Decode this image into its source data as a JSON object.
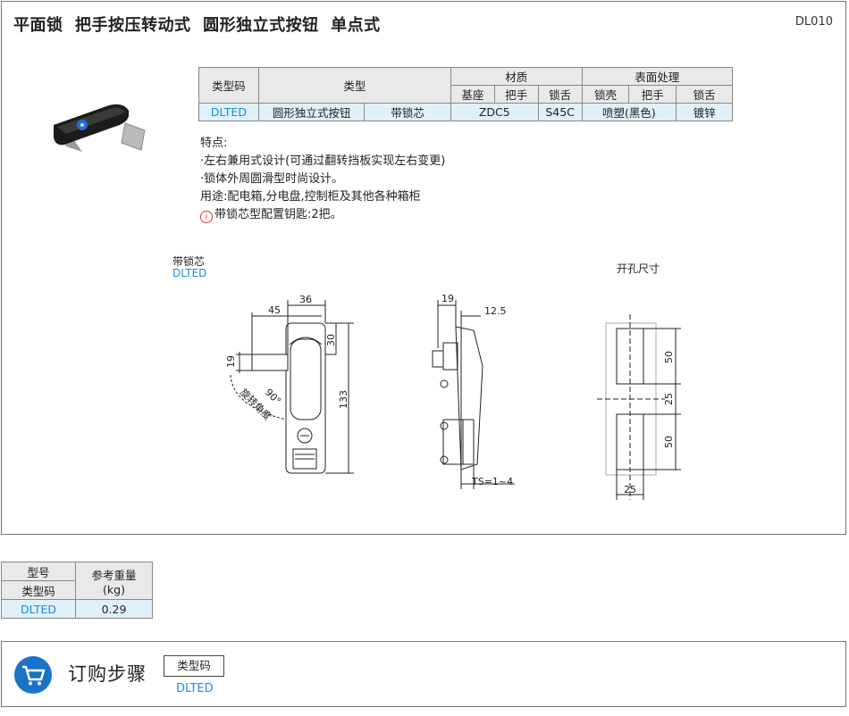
{
  "header": {
    "title": "平面锁  把手按压转动式  圆形独立式按钮  单点式",
    "code": "DL010"
  },
  "spec_table": {
    "h_type_code": "类型码",
    "h_type": "类型",
    "h_material": "材质",
    "h_surface": "表面处理",
    "h_base": "基座",
    "h_handle": "把手",
    "h_tongue": "锁舌",
    "h_shell": "锁壳",
    "h_handle2": "把手",
    "h_tongue2": "锁舌",
    "row": {
      "code": "DLTED",
      "type1": "圆形独立式按钮",
      "type2": "带锁芯",
      "material": "ZDC5",
      "tongue_material": "S45C",
      "surface": "喷塑(黑色)",
      "tongue_surface": "镀锌"
    }
  },
  "features": {
    "heading": "特点:",
    "line1": "·左右兼用式设计(可通过翻转挡板实现左右变更)",
    "line2": "·锁体外周圆滑型时尚设计。",
    "line3": "用途:配电箱,分电盘,控制柜及其他各种箱柜",
    "warn_icon": "i",
    "line4": "带锁芯型配置钥匙:2把。"
  },
  "drawing": {
    "label_type": "带锁芯",
    "label_code": "DLTED",
    "label_cutout": "开孔尺寸",
    "dim_45": "45",
    "dim_36": "36",
    "dim_30": "30",
    "dim_19": "19",
    "dim_133": "133",
    "dim_90": "90°",
    "rotation_label": "旋转角度",
    "dim_19b": "19",
    "dim_12_5": "12.5",
    "dim_ts": "TS=1~4",
    "dim_50a": "50",
    "dim_25a": "25",
    "dim_50b": "50",
    "dim_25b": "25"
  },
  "weight_table": {
    "h_model": "型号",
    "h_type_code": "类型码",
    "h_weight": "参考重量",
    "h_unit": "(kg)",
    "code": "DLTED",
    "weight": "0.29"
  },
  "order": {
    "title": "订购步骤",
    "box_label": "类型码",
    "value": "DLTED",
    "icon": "cart-icon",
    "accent": "#1a73c8"
  }
}
